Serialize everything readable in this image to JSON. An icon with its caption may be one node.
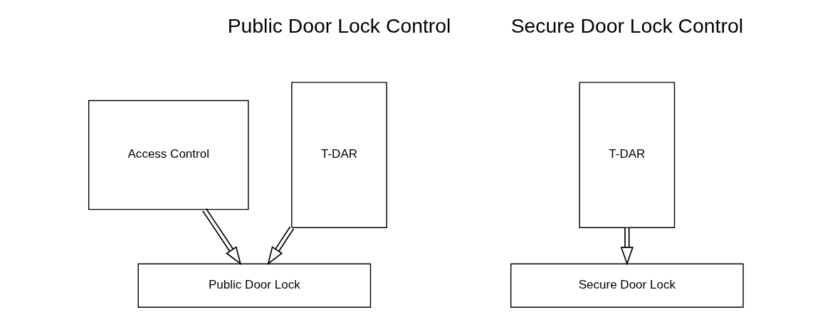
{
  "diagram": {
    "nodes": [
      {
        "text": [
          "T-DAR"
        ]
      },
      {
        "text": [
          "Access Control"
        ]
      },
      {
        "text": [
          "Public Door Lock"
        ]
      },
      {
        "text": [
          "T-DAR"
        ]
      },
      {
        "text": [
          "Secure Door Lock"
        ]
      }
    ],
    "edges": [
      {
        "from": 0,
        "to": 2,
        "arrow": "to"
      },
      {
        "from": 1,
        "to": 2,
        "arrow": "to"
      },
      {
        "from": 3,
        "to": 4,
        "arrow": "to"
      }
    ],
    "labels": [
      "Public Door Lock Control",
      "Secure Door Lock Control"
    ]
  }
}
